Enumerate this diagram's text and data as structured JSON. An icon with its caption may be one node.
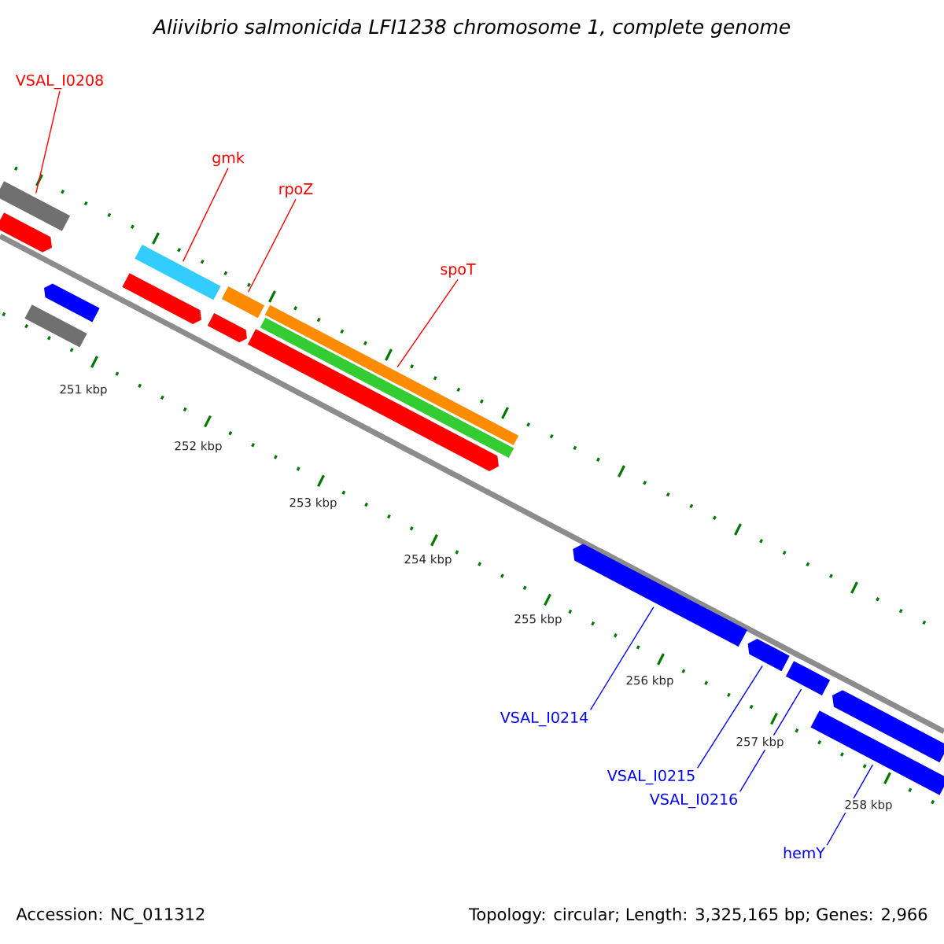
{
  "diagram": {
    "title": "Aliivibrio salmonicida LFI1238 chromosome 1, complete genome",
    "nodes": [
      {
        "text": [
          "VSAL_I0208"
        ]
      },
      {
        "text": [
          "gmk"
        ]
      },
      {
        "text": [
          "rpoZ"
        ]
      },
      {
        "text": [
          "spoT"
        ]
      },
      {
        "text": [
          "VSAL_I0214"
        ]
      },
      {
        "text": [
          "VSAL_I0215"
        ]
      },
      {
        "text": [
          "VSAL_I0216"
        ]
      },
      {
        "text": [
          "hemY"
        ]
      },
      {
        "text": [],
        "shape": "bar"
      },
      {
        "text": [],
        "shape": "bar"
      },
      {
        "text": [],
        "shape": "bar"
      },
      {
        "text": [],
        "shape": "bar"
      },
      {
        "text": [],
        "shape": "bar"
      },
      {
        "text": [],
        "shape": "bar"
      },
      {
        "text": [],
        "shape": "bar"
      },
      {
        "text": [],
        "shape": "bar"
      }
    ],
    "edges": [
      {
        "from": 0,
        "to": 8,
        "arrow": "none"
      },
      {
        "from": 1,
        "to": 9,
        "arrow": "none"
      },
      {
        "from": 2,
        "to": 10,
        "arrow": "none"
      },
      {
        "from": 3,
        "to": 11,
        "arrow": "none"
      },
      {
        "from": 4,
        "to": 12,
        "arrow": "none",
        "color": "#0000ff"
      },
      {
        "from": 5,
        "to": 13,
        "arrow": "none",
        "color": "#0000ff"
      },
      {
        "from": 6,
        "to": 14,
        "arrow": "none",
        "color": "#0000ff"
      },
      {
        "from": 7,
        "to": 15,
        "arrow": "none",
        "color": "#0000ff"
      }
    ],
    "labels": [
      "251 kbp",
      "252 kbp",
      "253 kbp",
      "254 kbp",
      "255 kbp",
      "256 kbp",
      "257 kbp",
      "258 kbp",
      "Accession: NC_011312",
      "Topology: circular; Length: 3,325,165 bp; Genes: 2,966"
    ]
  }
}
